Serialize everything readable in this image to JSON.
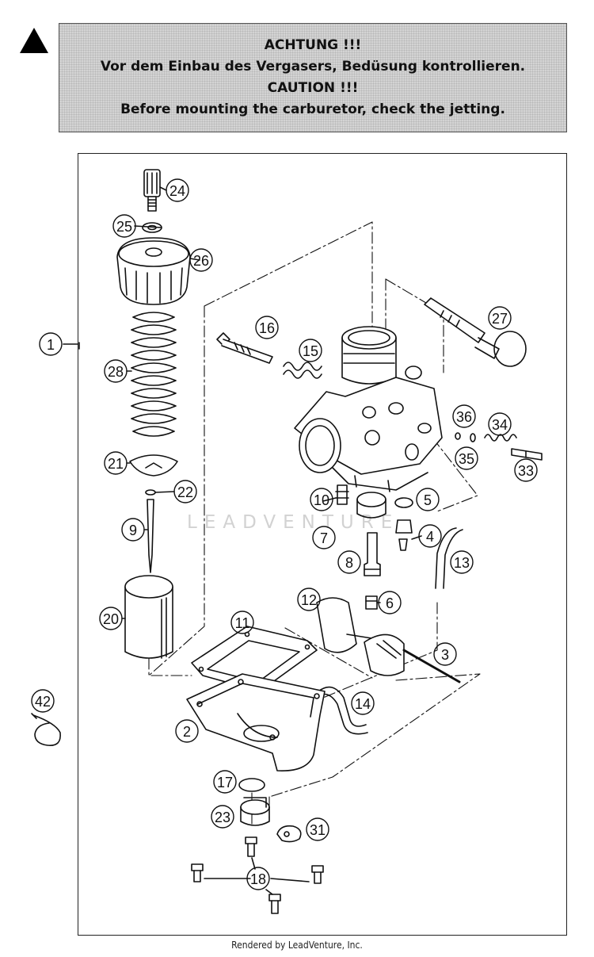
{
  "warning": {
    "line1": "ACHTUNG !!!",
    "line2": "Vor dem Einbau des Vergasers, Bedüsung kontrollieren.",
    "line3": "CAUTION !!!",
    "line4": "Before mounting the carburetor, check the jetting."
  },
  "callouts": {
    "c1": "1",
    "c2": "2",
    "c3": "3",
    "c4": "4",
    "c5": "5",
    "c6": "6",
    "c7": "7",
    "c8": "8",
    "c9": "9",
    "c10": "10",
    "c11": "11",
    "c12": "12",
    "c13": "13",
    "c14": "14",
    "c15": "15",
    "c16": "16",
    "c17": "17",
    "c18": "18",
    "c20": "20",
    "c21": "21",
    "c22": "22",
    "c23": "23",
    "c24": "24",
    "c25": "25",
    "c26": "26",
    "c27": "27",
    "c28": "28",
    "c31": "31",
    "c33": "33",
    "c34": "34",
    "c35": "35",
    "c36": "36",
    "c42": "42"
  },
  "watermark": "LEADVENTURE",
  "footer": "Rendered by LeadVenture, Inc."
}
